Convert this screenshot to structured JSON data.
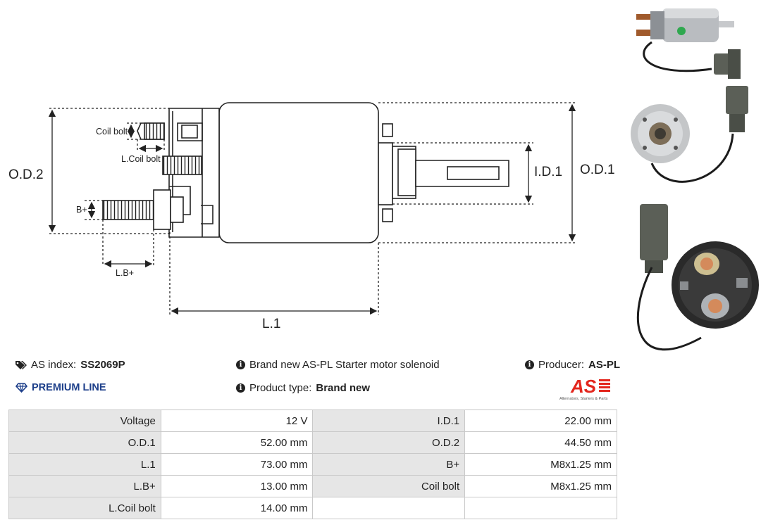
{
  "diagram": {
    "labels": {
      "coil_bolt": "Coil bolt",
      "l_coil_bolt": "L.Coil bolt",
      "b_plus": "B+",
      "l_b_plus": "L.B+",
      "od2": "O.D.2",
      "od1": "O.D.1",
      "id1": "I.D.1",
      "l1": "L.1"
    }
  },
  "info": {
    "as_index_label": "AS index:",
    "as_index_value": "SS2069P",
    "premium": "PREMIUM LINE",
    "description": "Brand new AS-PL Starter motor solenoid",
    "product_type_label": "Product type:",
    "product_type_value": "Brand new",
    "producer_label": "Producer:",
    "producer_value": "AS-PL",
    "logo_text": "AS",
    "logo_tagline": "Alternators, Starters & Parts"
  },
  "specs": [
    {
      "k1": "Voltage",
      "v1": "12 V",
      "k2": "I.D.1",
      "v2": "22.00 mm"
    },
    {
      "k1": "O.D.1",
      "v1": "52.00 mm",
      "k2": "O.D.2",
      "v2": "44.50 mm"
    },
    {
      "k1": "L.1",
      "v1": "73.00 mm",
      "k2": "B+",
      "v2": "M8x1.25 mm"
    },
    {
      "k1": "L.B+",
      "v1": "13.00 mm",
      "k2": "Coil bolt",
      "v2": "M8x1.25 mm"
    },
    {
      "k1": "L.Coil bolt",
      "v1": "14.00 mm",
      "k2": "",
      "v2": ""
    }
  ],
  "colors": {
    "premium": "#1d3f8a",
    "logo_red": "#e3261d",
    "table_key_bg": "#e6e6e6",
    "table_border": "#c9c9c9"
  }
}
